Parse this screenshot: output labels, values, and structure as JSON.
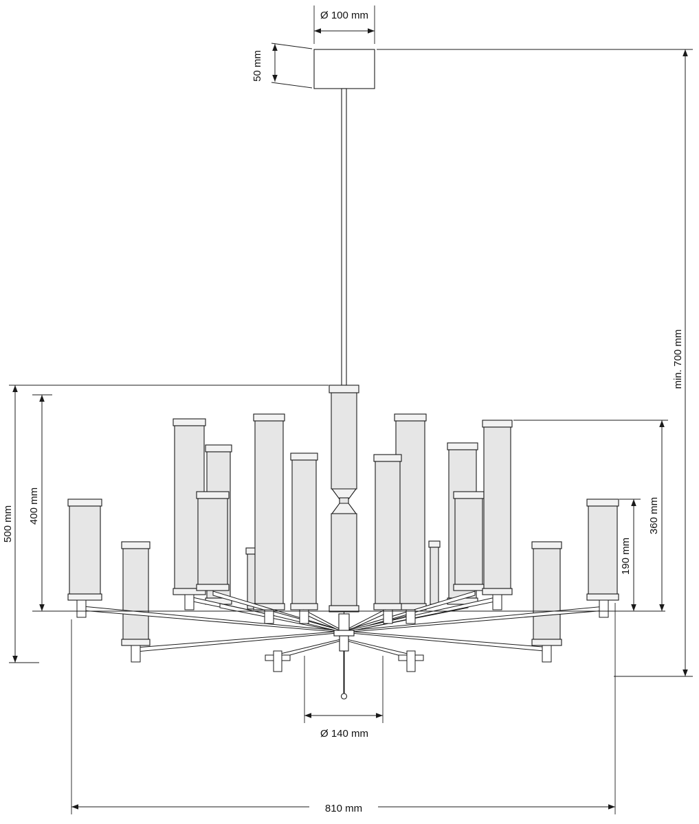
{
  "dimensions": {
    "canopy_diameter": "Ø 100 mm",
    "canopy_height": "50 mm",
    "min_suspension": "min. 700 mm",
    "fixture_height": "500 mm",
    "tall_shade_height": "400 mm",
    "upper_tier_height": "360 mm",
    "lower_tier_height": "190 mm",
    "hub_diameter": "Ø 140 mm",
    "fixture_width": "810 mm"
  },
  "colors": {
    "line": "#1a1a1a",
    "shade_fill": "#e6e6e6",
    "cap_fill": "#f2f2f2",
    "background": "#ffffff"
  }
}
